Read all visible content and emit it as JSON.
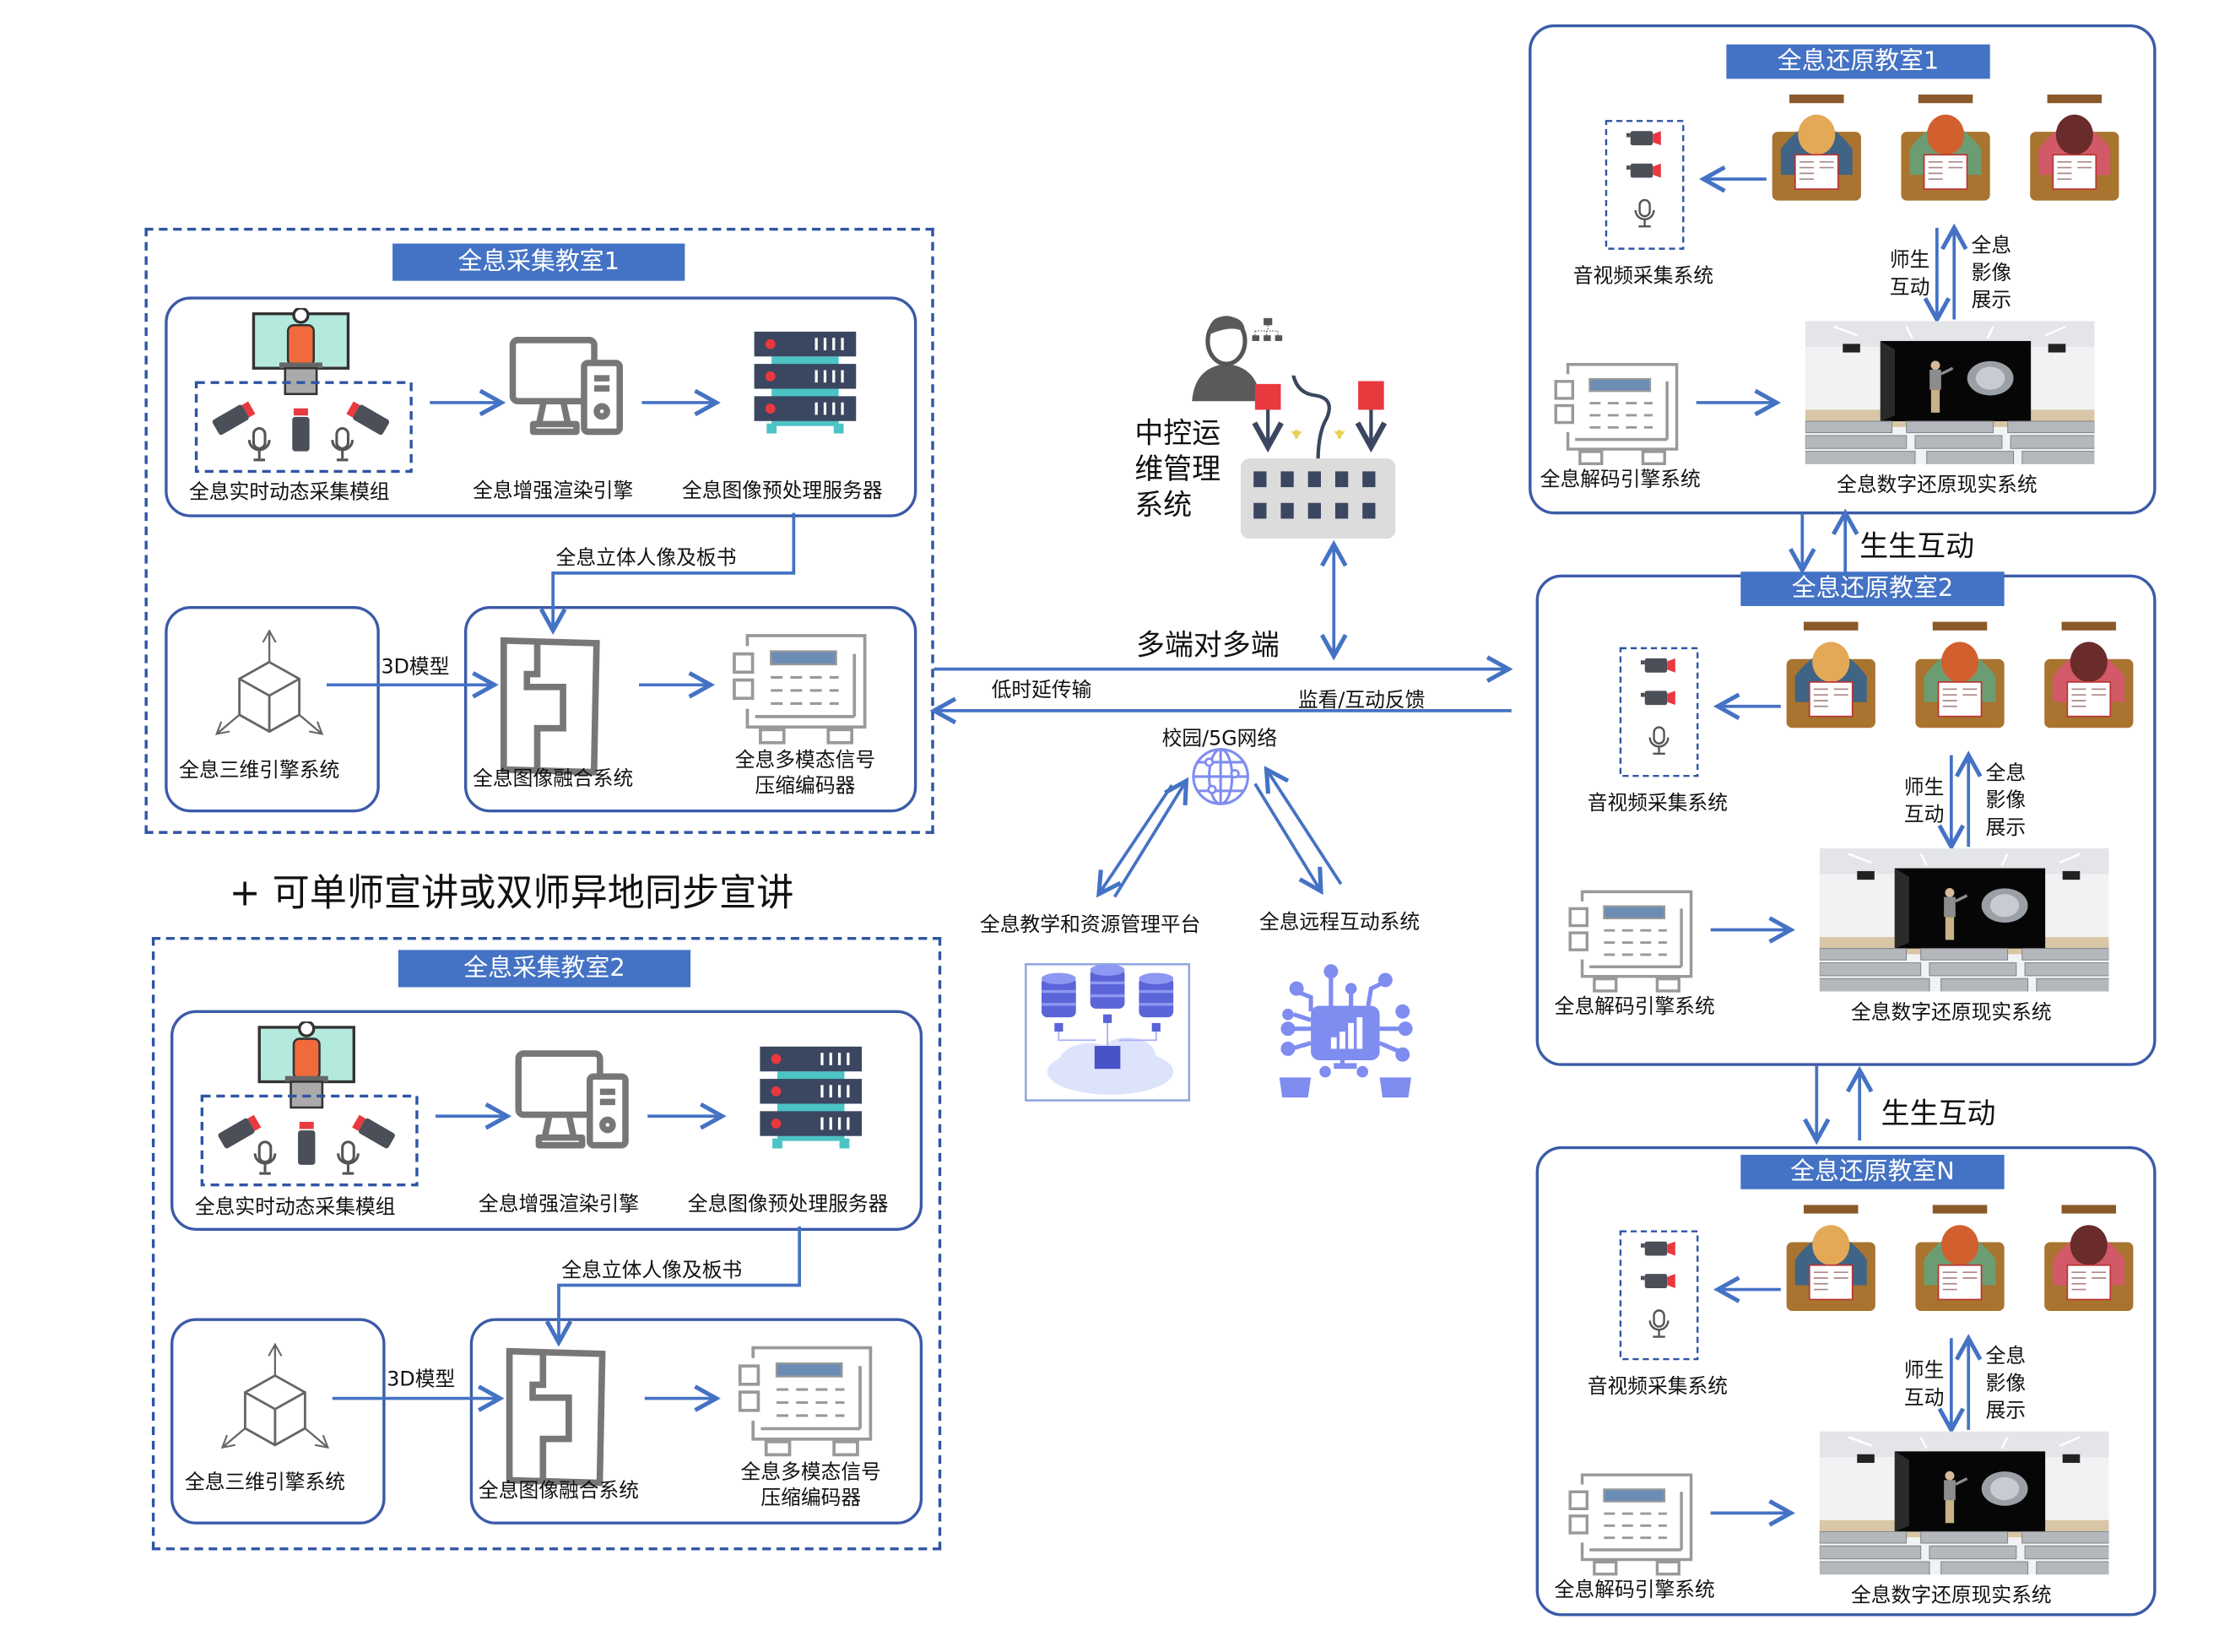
{
  "diagram": {
    "colors": {
      "accent": "#4472c4",
      "border": "#2f55a4",
      "arrow": "#4472c4",
      "server": "#3b4660",
      "teal": "#4cc3c5",
      "red": "#e8393f",
      "grey_icon": "#777777"
    },
    "capture_rooms": [
      {
        "title": "全息采集教室1",
        "capture_module": "全息实时动态采集模组",
        "render_engine": "全息增强渲染引擎",
        "preprocess_server": "全息图像预处理服务器",
        "flow_label": "全息立体人像及板书",
        "engine_3d": "全息三维引擎系统",
        "model_label": "3D模型",
        "fusion": "全息图像融合系统",
        "encoder_line1": "全息多模态信号",
        "encoder_line2": "压缩编码器"
      },
      {
        "title": "全息采集教室2",
        "capture_module": "全息实时动态采集模组",
        "render_engine": "全息增强渲染引擎",
        "preprocess_server": "全息图像预处理服务器",
        "flow_label": "全息立体人像及板书",
        "engine_3d": "全息三维引擎系统",
        "model_label": "3D模型",
        "fusion": "全息图像融合系统",
        "encoder_line1": "全息多模态信号",
        "encoder_line2": "压缩编码器"
      }
    ],
    "note": "+ 可单师宣讲或双师异地同步宣讲",
    "center": {
      "control_system": [
        "中控运",
        "维管理",
        "系统"
      ],
      "many_to_many": "多端对多端",
      "low_latency": "低时延传输",
      "monitor_feedback": "监看/互动反馈",
      "network": "校园/5G网络",
      "platform": "全息教学和资源管理平台",
      "remote_interaction": "全息远程互动系统"
    },
    "restore_rooms": [
      {
        "title": "全息还原教室1",
        "av_capture": "音视频采集系统",
        "teacher_student": [
          "师生",
          "互动"
        ],
        "holo_display": [
          "全息",
          "影像",
          "展示"
        ],
        "decoder": "全息解码引擎系统",
        "reality": "全息数字还原现实系统"
      },
      {
        "title": "全息还原教室2",
        "av_capture": "音视频采集系统",
        "teacher_student": [
          "师生",
          "互动"
        ],
        "holo_display": [
          "全息",
          "影像",
          "展示"
        ],
        "decoder": "全息解码引擎系统",
        "reality": "全息数字还原现实系统"
      },
      {
        "title": "全息还原教室N",
        "av_capture": "音视频采集系统",
        "teacher_student": [
          "师生",
          "互动"
        ],
        "holo_display": [
          "全息",
          "影像",
          "展示"
        ],
        "decoder": "全息解码引擎系统",
        "reality": "全息数字还原现实系统"
      }
    ],
    "student_interaction": [
      "生生互动",
      "生生互动"
    ]
  }
}
